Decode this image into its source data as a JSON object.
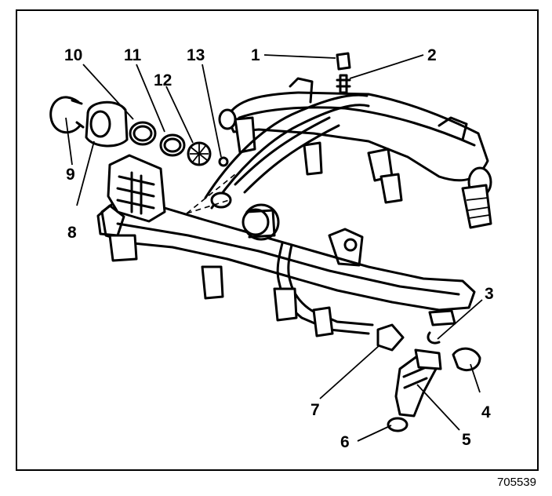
{
  "diagram": {
    "figure_id": "705539",
    "callouts": [
      {
        "id": "c1",
        "label": "1"
      },
      {
        "id": "c2",
        "label": "2"
      },
      {
        "id": "c3",
        "label": "3"
      },
      {
        "id": "c4",
        "label": "4"
      },
      {
        "id": "c5",
        "label": "5"
      },
      {
        "id": "c6",
        "label": "6"
      },
      {
        "id": "c7",
        "label": "7"
      },
      {
        "id": "c8",
        "label": "8"
      },
      {
        "id": "c9",
        "label": "9"
      },
      {
        "id": "c10",
        "label": "10"
      },
      {
        "id": "c11",
        "label": "11"
      },
      {
        "id": "c12",
        "label": "12"
      },
      {
        "id": "c13",
        "label": "13"
      }
    ]
  }
}
